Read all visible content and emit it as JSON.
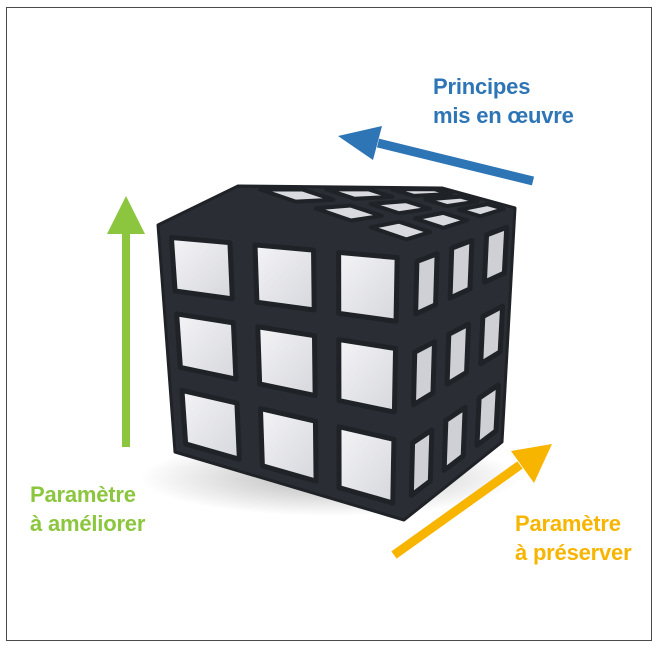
{
  "colors": {
    "blue": "#2e75b6",
    "green": "#8cc63f",
    "orange": "#f7b500",
    "cube_face": "#e8e8ec",
    "cube_edge": "#1f2328",
    "frame": "#4a4a4a"
  },
  "labels": {
    "principles": {
      "line1": "Principes",
      "line2": "mis en œuvre"
    },
    "improve": {
      "line1": "Paramètre",
      "line2": "à améliorer"
    },
    "preserve": {
      "line1": "Paramètre",
      "line2": "à préserver"
    }
  },
  "icons": {
    "cube": "rubiks-cube-icon",
    "arrows": [
      "arrow-up-icon",
      "arrow-left-icon",
      "arrow-up-right-icon"
    ]
  }
}
